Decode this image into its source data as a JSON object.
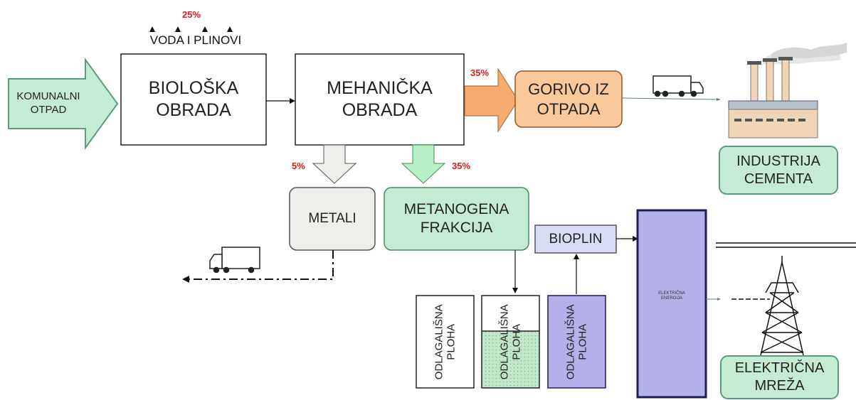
{
  "nodes": {
    "komunalni_otpad": "KOMUNALNI\nOTPAD",
    "bioloska_obrada": "BIOLOŠKA\nOBRADA",
    "voda_plinovi": "VODA I PLINOVI",
    "mehanicka_obrada": "MEHANIČKA\nOBRADA",
    "gorivo_iz_otpada": "GORIVO IZ\nOTPADA",
    "industrija_cementa": "INDUSTRIJA\nCEMENTA",
    "metali": "METALI",
    "metanogena_frakcija": "METANOGENA\nFRAKCIJA",
    "bioplin": "BIOPLIN",
    "elektricna_energija": "ELEKTRIČNA\nENERGIJA",
    "elektricna_mreza": "ELEKTRIČNA\nMREŽA",
    "odlagalisna_ploha": "ODLAGALIŠNA\nPLOHA"
  },
  "percentages": {
    "voda_plinovi": "25%",
    "gorivo": "35%",
    "metali": "5%",
    "metanogena": "35%"
  },
  "colors": {
    "green_fill": "#c4ecd4",
    "green_border": "#5c9c7c",
    "orange_fill": "#f9c89b",
    "orange_border": "#8a5a2a",
    "grey_fill": "#eeeeea",
    "blue_fill": "#d8dcf6",
    "purple_fill": "#b4b0ea",
    "purple_border": "#1d1d55",
    "percent_red": "#e21a1a"
  }
}
